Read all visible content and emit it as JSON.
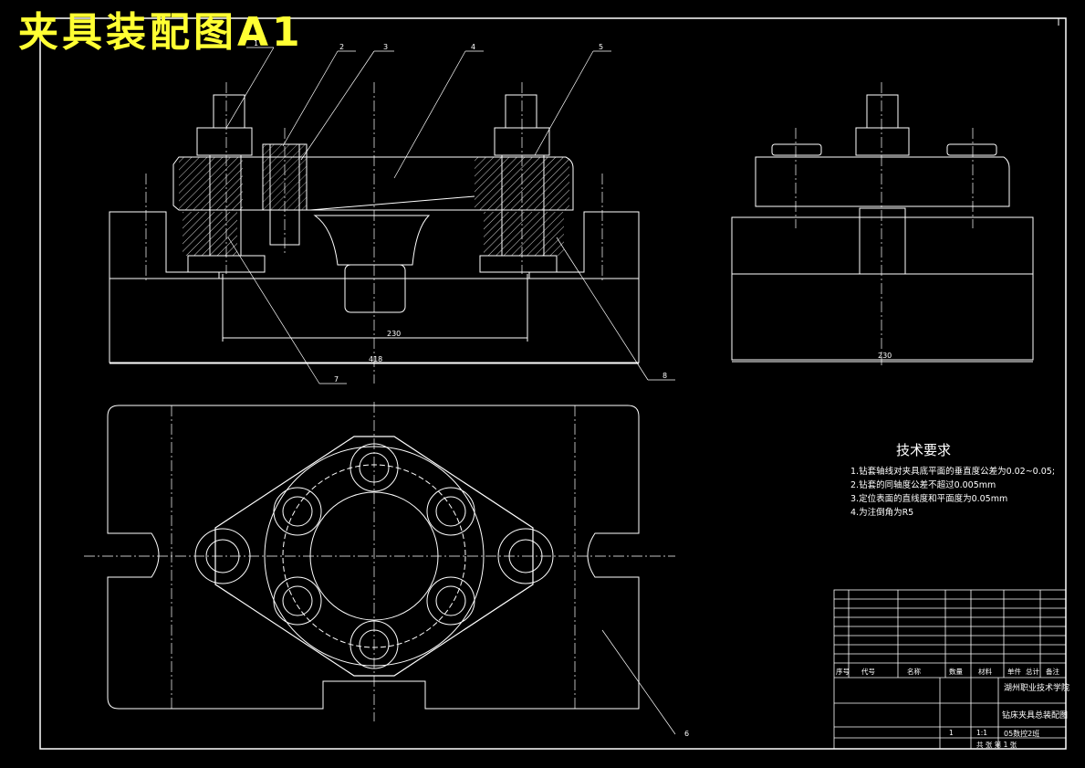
{
  "title": "夹具装配图A1",
  "tech_requirements": {
    "heading": "技术要求",
    "items": [
      "1.钻套轴线对夹具底平面的垂直度公差为0.02~0.05;",
      "2.钻套的同轴度公差不超过0.005mm",
      "3.定位表面的直线度和平面度为0.05mm",
      "4.为注倒角为R5"
    ]
  },
  "dimensions": {
    "front_inner": "230",
    "front_overall": "418",
    "side_width": "230"
  },
  "balloons": [
    "1",
    "2",
    "3",
    "4",
    "5",
    "7",
    "8",
    "6"
  ],
  "title_block": {
    "school": "湖州职业技术学院",
    "drawing_name": "钻床夹具总装配图",
    "class": "05数控2班",
    "scale": "1:1",
    "qty": "1",
    "sheet": "共 张 第 1 张",
    "parts_header": [
      "序号",
      "代号",
      "名称",
      "数量",
      "材料",
      "单件",
      "总计",
      "备注"
    ]
  },
  "colors": {
    "line": "#ffffff",
    "title": "#ffff33",
    "background": "#000000"
  }
}
